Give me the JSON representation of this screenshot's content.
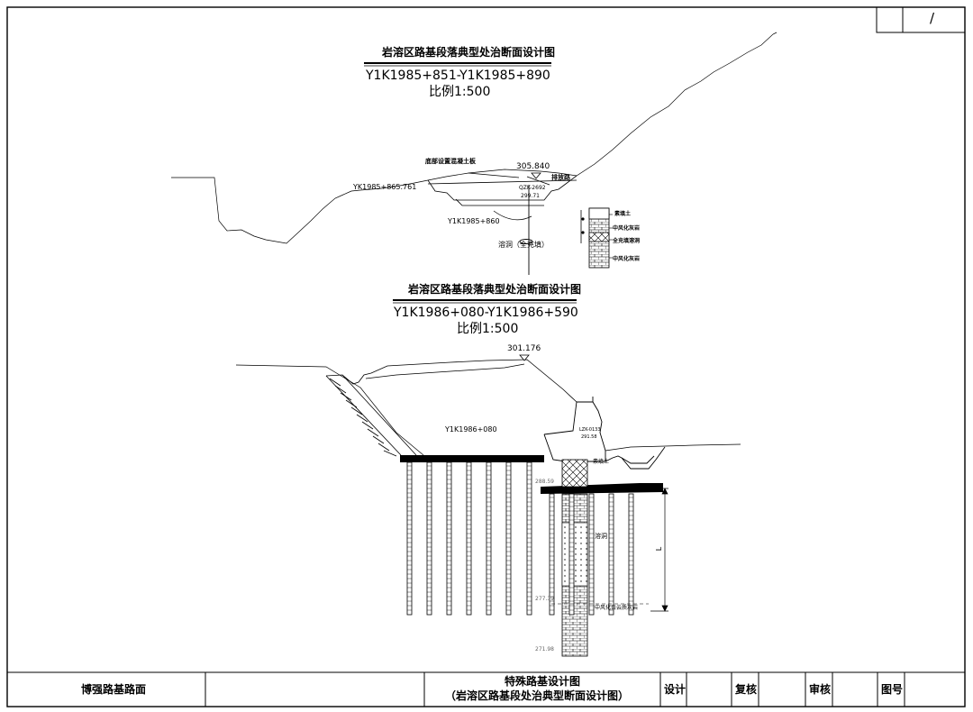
{
  "page_number": "/",
  "section1": {
    "title": "岩溶区路基段落典型处治断面设计图",
    "range": "Y1K1985+851-Y1K1985+890",
    "scale": "比例1:500",
    "label_slab": "底部设置混凝土板",
    "elevation": "305.840",
    "label_drain": "排放路",
    "label_left_station": "YK1985+865.761",
    "label_borehole": "QZK-2692",
    "label_depth": "299.71",
    "label_center_station": "Y1K1985+860",
    "label_cave": "溶洞（全充填）",
    "legend": [
      "素填土",
      "中风化灰岩",
      "全充填溶洞",
      "中风化灰岩"
    ]
  },
  "section2": {
    "title": "岩溶区路基段落典型处治断面设计图",
    "range": "Y1K1986+080-Y1K1986+590",
    "scale": "比例1:500",
    "elevation": "301.176",
    "label_station": "Y1K1986+080",
    "label_borehole": "LZK-0133",
    "label_borehole_elev": "291.58",
    "label_fill": "素填土",
    "label_elev_upper": "288.59",
    "label_cave": "溶洞",
    "label_length": "L",
    "label_elev_lower": "277.39",
    "label_rock": "中风化白云质灰岩",
    "label_elev_bottom": "271.98"
  },
  "title_block": {
    "left_label": "博强路基路面",
    "drawing_title_line1": "特殊路基设计图",
    "drawing_title_line2": "（岩溶区路基段处治典型断面设计图）",
    "design": "设计",
    "review": "复核",
    "approve": "审核",
    "drawing_no": "图号"
  }
}
